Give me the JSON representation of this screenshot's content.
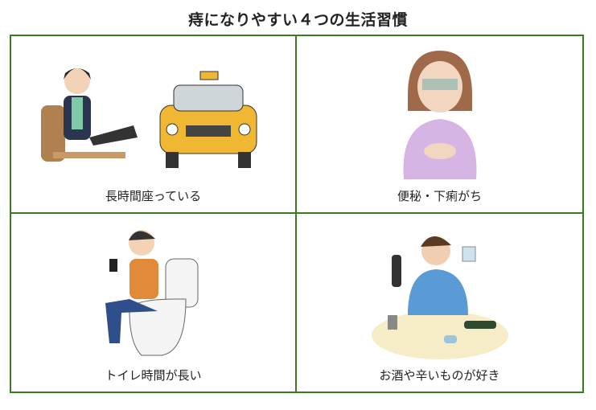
{
  "title": "痔になりやすい４つの生活習慣",
  "habits": [
    {
      "caption": "長時間座っている"
    },
    {
      "caption": "便秘・下痢がち"
    },
    {
      "caption": "トイレ時間が長い"
    },
    {
      "caption": "お酒や辛いものが好き"
    }
  ],
  "colors": {
    "border": "#3a7a22"
  }
}
